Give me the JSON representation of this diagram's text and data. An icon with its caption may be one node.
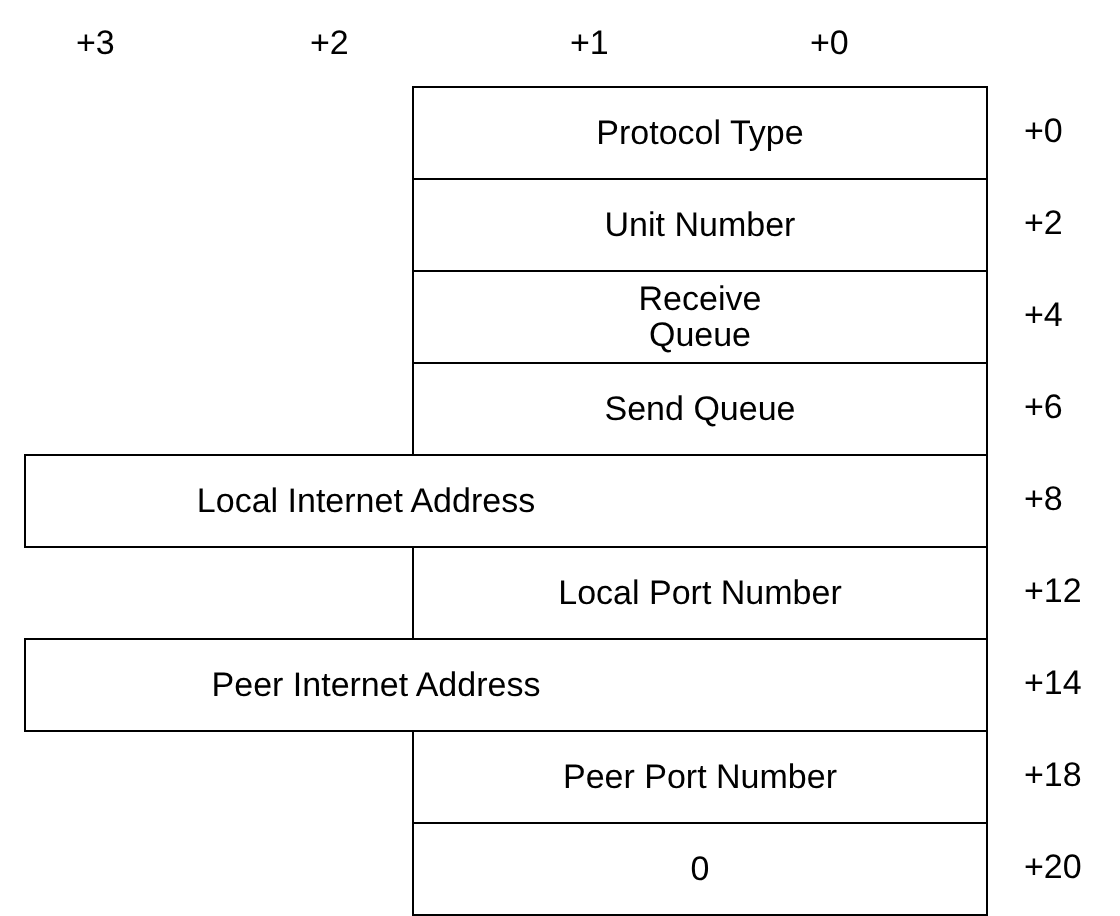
{
  "diagram": {
    "nodes": [
      {
        "text": [
          "Protocol Type"
        ]
      },
      {
        "text": [
          "Unit Number"
        ]
      },
      {
        "text": [
          "Receive Queue"
        ]
      },
      {
        "text": [
          "Send Queue"
        ]
      },
      {
        "text": [
          "Local Internet Address"
        ]
      },
      {
        "text": [
          "Local Port Number"
        ]
      },
      {
        "text": [
          "Peer Internet Address"
        ]
      },
      {
        "text": [
          "Peer Port Number"
        ]
      },
      {
        "text": [
          "0"
        ]
      }
    ],
    "edges": [],
    "labels": [
      "+3",
      "+2",
      "+1",
      "+0",
      "+0",
      "+2",
      "+4",
      "+6",
      "+8",
      "+12",
      "+14",
      "+18",
      "+20"
    ]
  }
}
